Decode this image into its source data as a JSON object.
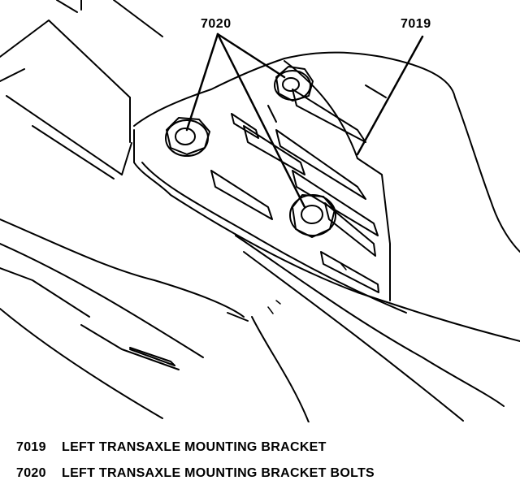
{
  "callouts": {
    "bolts": "7020",
    "bracket": "7019"
  },
  "legend": [
    {
      "code": "7019",
      "text": "LEFT TRANSAXLE MOUNTING BRACKET"
    },
    {
      "code": "7020",
      "text": "LEFT TRANSAXLE MOUNTING BRACKET BOLTS"
    }
  ],
  "colors": {
    "ink": "#000000",
    "paper": "#ffffff"
  }
}
